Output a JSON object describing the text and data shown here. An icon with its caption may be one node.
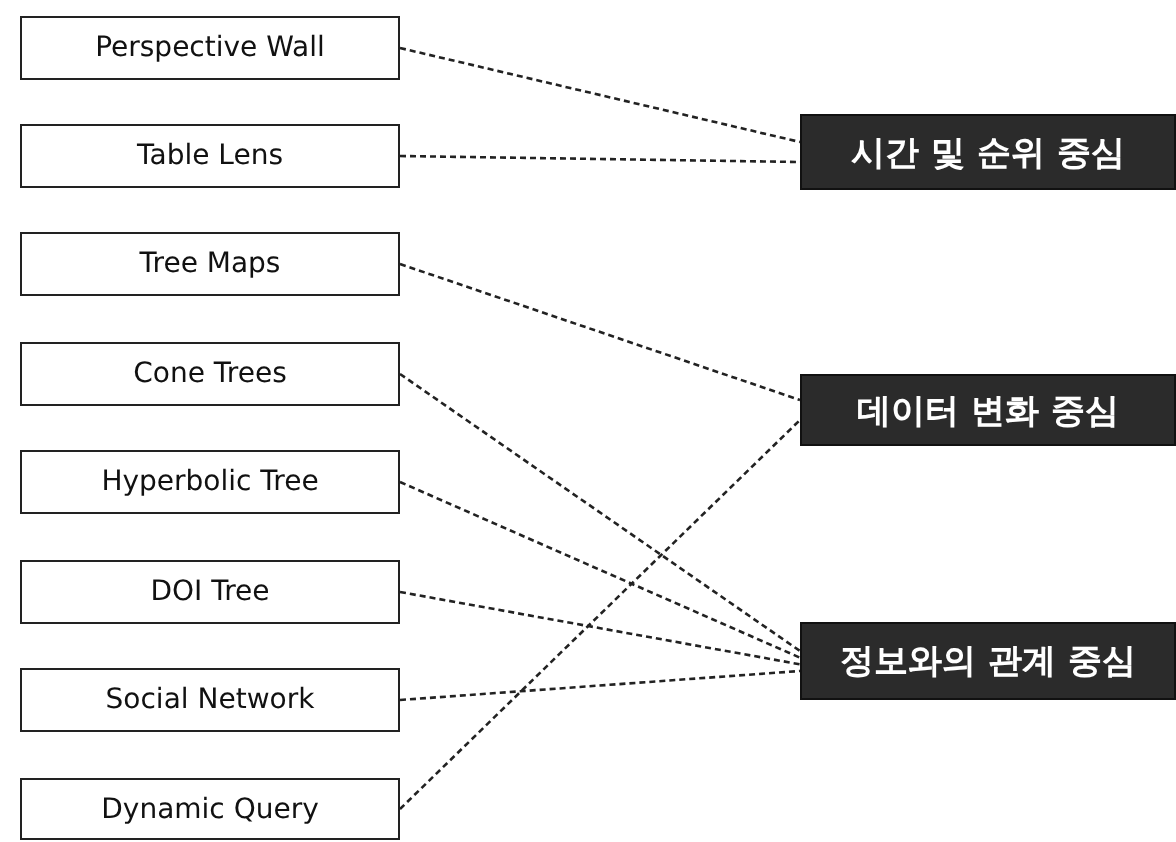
{
  "diagram": {
    "nodes": [
      {
        "text": [
          "Perspective Wall"
        ]
      },
      {
        "text": [
          "Table Lens"
        ]
      },
      {
        "text": [
          "Tree Maps"
        ]
      },
      {
        "text": [
          "Cone Trees"
        ]
      },
      {
        "text": [
          "Hyperbolic Tree"
        ]
      },
      {
        "text": [
          "DOI Tree"
        ]
      },
      {
        "text": [
          "Social Network"
        ]
      },
      {
        "text": [
          "Dynamic Query"
        ]
      },
      {
        "text": [
          "시간 및 순위 중심"
        ]
      },
      {
        "text": [
          "데이터 변화 중심"
        ]
      },
      {
        "text": [
          "정보와의 관계 중심"
        ]
      }
    ],
    "edges": [
      {
        "from": 0,
        "to": 8,
        "arrow": "none",
        "style": "dashed"
      },
      {
        "from": 1,
        "to": 8,
        "arrow": "none",
        "style": "dashed"
      },
      {
        "from": 2,
        "to": 9,
        "arrow": "none",
        "style": "dashed"
      },
      {
        "from": 3,
        "to": 10,
        "arrow": "none",
        "style": "dashed"
      },
      {
        "from": 4,
        "to": 10,
        "arrow": "none",
        "style": "dashed"
      },
      {
        "from": 5,
        "to": 10,
        "arrow": "none",
        "style": "dashed"
      },
      {
        "from": 6,
        "to": 10,
        "arrow": "none",
        "style": "dashed"
      },
      {
        "from": 7,
        "to": 9,
        "arrow": "none",
        "style": "dashed"
      }
    ]
  }
}
